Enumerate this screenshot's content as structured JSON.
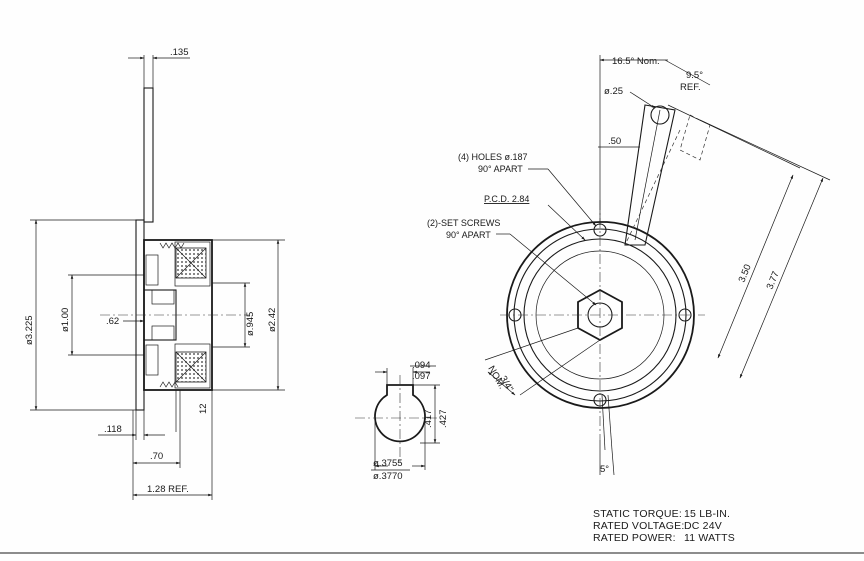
{
  "side_view": {
    "dims": {
      "top_width": ".135",
      "overall_dia": "ø3.225",
      "bore_dia": "ø1.00",
      "hub_len": ".62",
      "shaft_dia": "ø.945",
      "body_dia": "ø2.42",
      "lead_len": "12",
      "flange_thk": ".118",
      "hub_width": ".70",
      "overall_len": "1.28 REF."
    }
  },
  "keyway": {
    "dims": {
      "key_min": ".094",
      "key_max": ".097",
      "depth_min": ".417",
      "depth_max": ".427",
      "bore_min": "ø.3755",
      "bore_max": "ø.3770"
    }
  },
  "front_view": {
    "dims": {
      "angle_nom": "16.5° Nom.",
      "angle_ref": "9.5°",
      "ref_label": "REF.",
      "pin_dia": "ø.25",
      "arm_width": ".50",
      "length_a": "3.50",
      "length_b": "3.77",
      "hex_size": "3/4\"",
      "hex_nom": "NOM.",
      "lead_angle": "5°"
    },
    "notes": {
      "holes_line1": "(4) HOLES ø.187",
      "holes_line2": "90° APART",
      "pcd": "P.C.D. 2.84",
      "screws_line1": "(2)-SET SCREWS",
      "screws_line2": "90° APART"
    }
  },
  "specs": [
    {
      "label": "STATIC TORQUE:",
      "value": "15 LB-IN."
    },
    {
      "label": "RATED VOLTAGE:",
      "value": "DC 24V"
    },
    {
      "label": "RATED POWER:",
      "value": "11 WATTS"
    }
  ]
}
